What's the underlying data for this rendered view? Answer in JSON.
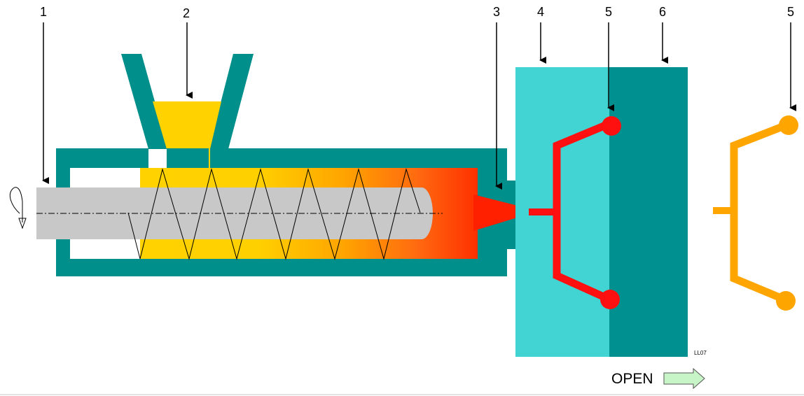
{
  "callouts": [
    "1",
    "2",
    "3",
    "4",
    "5",
    "6",
    "5"
  ],
  "open_label": "OPEN",
  "figure_code": "LL07",
  "colors": {
    "barrel": "#008f8a",
    "pellets": "#ffd200",
    "melt_hot": "#ff3000",
    "screw": "#c8c8c8",
    "mold_fixed": "#42d3d3",
    "mold_moving": "#009090",
    "molded_part": "#ff1010",
    "ejected_part": "#ffa500",
    "open_arrow": "#c8f5c8"
  }
}
